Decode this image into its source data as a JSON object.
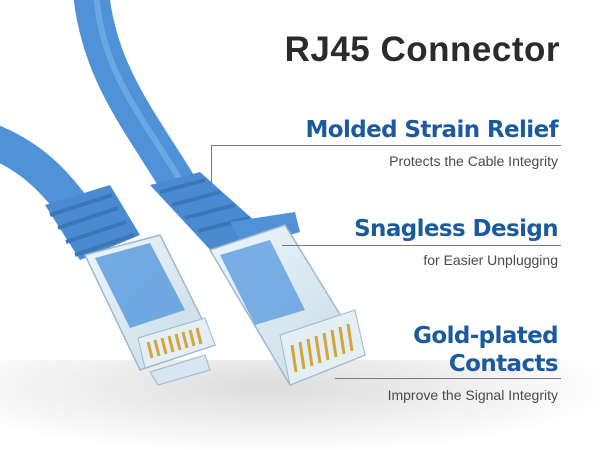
{
  "title": "RJ45 Connector",
  "features": [
    {
      "heading": "Molded Strain Relief",
      "subtitle": "Protects the Cable Integrity"
    },
    {
      "heading": "Snagless Design",
      "subtitle": "for Easier Unplugging"
    },
    {
      "heading": "Gold-plated Contacts",
      "subtitle": "Improve the Signal Integrity"
    }
  ],
  "colors": {
    "cable": "#4f92d8",
    "heading": "#1c5a9e",
    "gold": "#d4a53a"
  }
}
